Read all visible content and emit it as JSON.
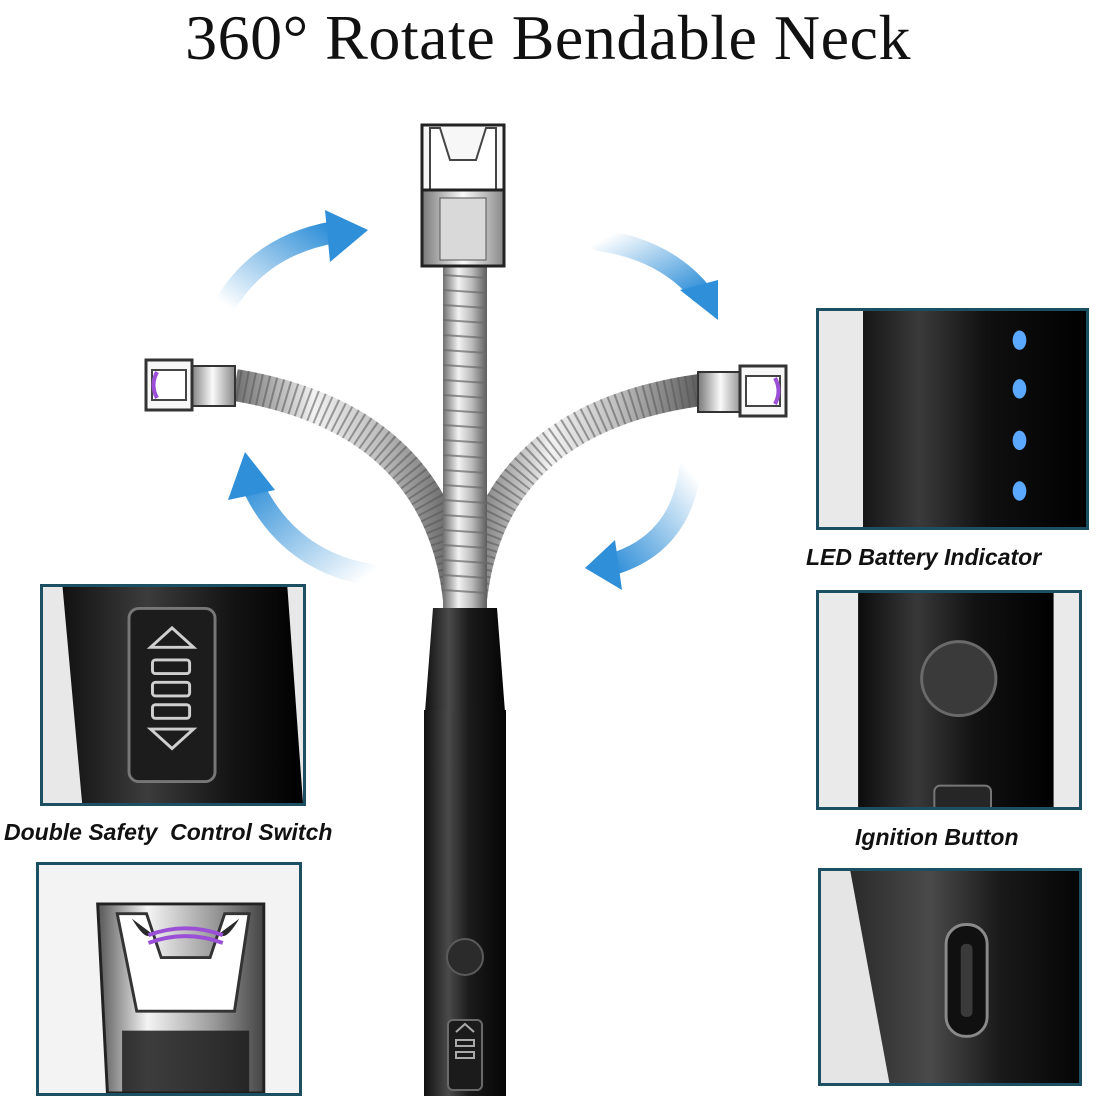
{
  "title": "360° Rotate Bendable Neck",
  "features": {
    "battery_indicator": "LED Battery Indicator",
    "safety_switch": "Double Safety  Control Switch",
    "ignition_button": "Ignition Button"
  },
  "colors": {
    "arrow_blue": "#2f8fd8",
    "panel_border": "#1d4f63",
    "arc_purple": "#9a4fd6",
    "led_blue": "#5aa8ff"
  }
}
